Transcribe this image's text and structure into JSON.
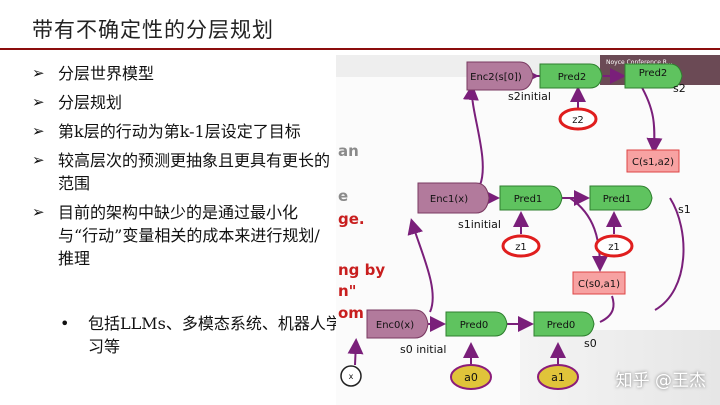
{
  "slide": {
    "title": "带有不确定性的分层规划",
    "bullets": [
      "分层世界模型",
      "分层规划",
      "第k层的行动为第k-1层设定了目标",
      "较高层次的预测更抽象且更具有更长的范围",
      "目前的架构中缺少的是通过最小化与“行动”变量相关的成本来进行规划/推理"
    ],
    "sub_bullet": "包括LLMs、多模态系统、机器人学习等"
  },
  "figure": {
    "background_fragments": [
      "an",
      "e",
      "ge.",
      "ng by",
      "n\"",
      "om"
    ],
    "video_label": "Noyce Conference R...",
    "enc": [
      "Enc2(s[0])",
      "Enc1(x)",
      "Enc0(x)"
    ],
    "pred": [
      "Pred2",
      "Pred2",
      "Pred1",
      "Pred1",
      "Pred0",
      "Pred0"
    ],
    "cost": [
      "C(s1,a2)",
      "C(s0,a1)"
    ],
    "latent": [
      "z2",
      "z1",
      "z1"
    ],
    "action": [
      "a0",
      "a1"
    ],
    "state_labels": [
      "s2initial",
      "s2",
      "s1initial",
      "s1",
      "s0 initial",
      "s0"
    ],
    "x_label": "x"
  },
  "watermark": "知乎 @王杰",
  "colors": {
    "accent": "#8b0d0d",
    "enc": "#b27a9c",
    "pred": "#5fc35f",
    "cost": "#f7a2a2",
    "latent": "#e01e1e",
    "action": "#e0c43a",
    "arrow": "#7a1f7a"
  }
}
